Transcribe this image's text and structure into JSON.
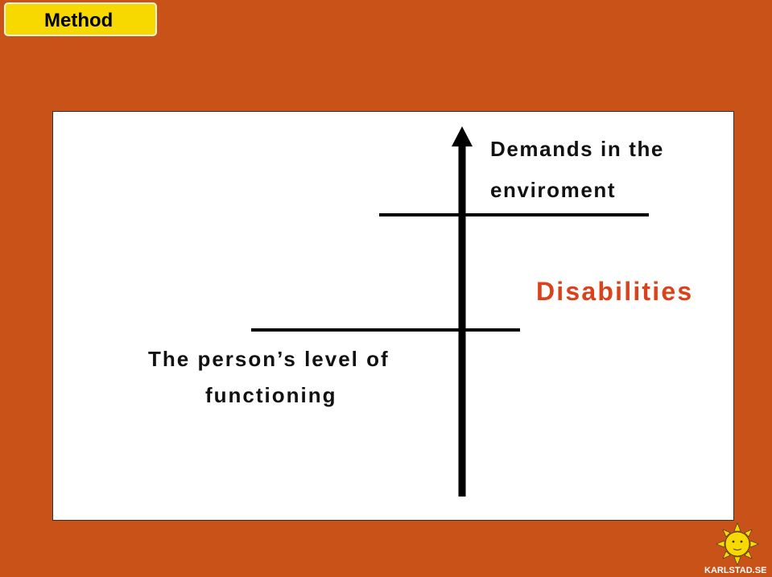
{
  "header": {
    "badge_label": "Method"
  },
  "diagram": {
    "demands_line1": "Demands in the",
    "demands_line2": "enviroment",
    "disabilities": "Disabilities",
    "person_line1": "The person’s level of",
    "person_line2": "functioning"
  },
  "colors": {
    "background": "#c95218",
    "badge": "#f7d900",
    "disabilities_text": "#d9421a",
    "panel": "#ffffff"
  },
  "footer": {
    "logo_text": "KARLSTAD.SE",
    "logo_icon": "sun-face-icon"
  }
}
